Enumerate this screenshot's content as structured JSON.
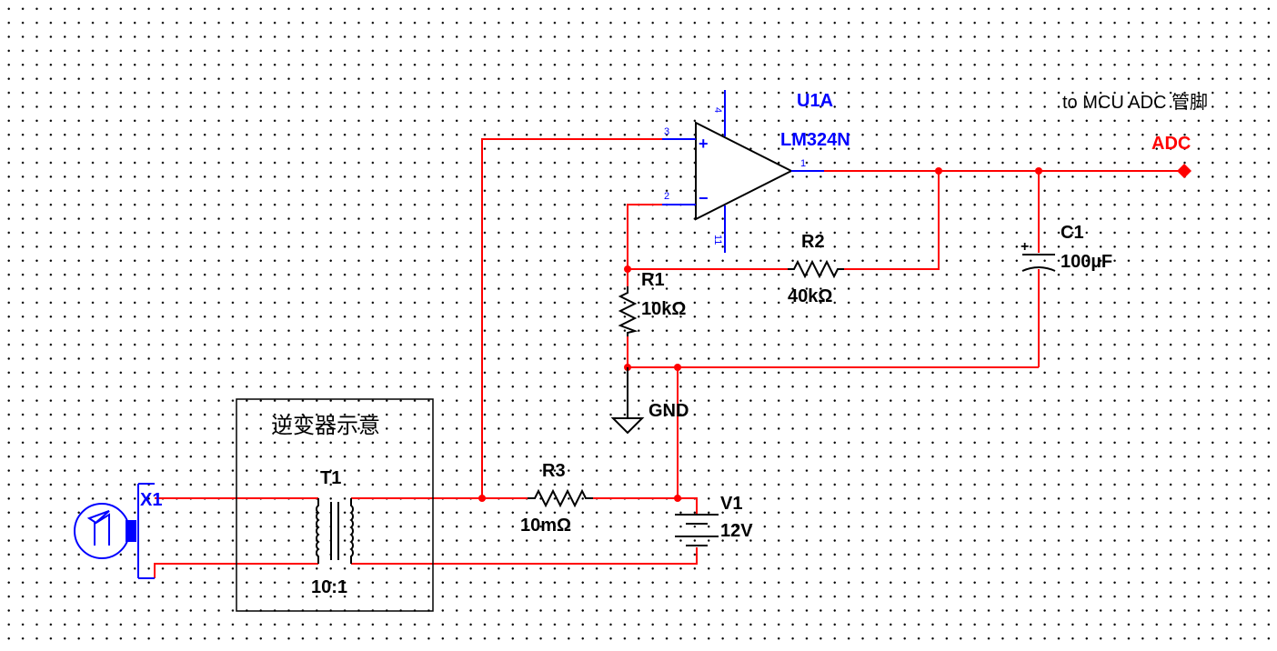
{
  "note": {
    "mcu": "to MCU ADC 管脚"
  },
  "net_label": {
    "adc": "ADC"
  },
  "opamp": {
    "ref": "U1A",
    "part": "LM324N",
    "pins": [
      "3",
      "2",
      "1",
      "4",
      "11"
    ],
    "plus": "+",
    "minus": "−"
  },
  "resistors": [
    {
      "ref": "R1",
      "value": "10kΩ"
    },
    {
      "ref": "R2",
      "value": "40kΩ"
    },
    {
      "ref": "R3",
      "value": "10mΩ"
    }
  ],
  "capacitor": {
    "ref": "C1",
    "value": "100µF",
    "polarity": "+"
  },
  "ground": {
    "label": "GND"
  },
  "source": {
    "ref": "V1",
    "value": "12V"
  },
  "transformer": {
    "ref": "T1",
    "ratio": "10:1",
    "box_title": "逆变器示意"
  },
  "lamp": {
    "ref": "X1"
  },
  "colors": {
    "wire": "#ff0000",
    "part": "#000000",
    "pin": "#0000ff",
    "grid": "#000000"
  }
}
